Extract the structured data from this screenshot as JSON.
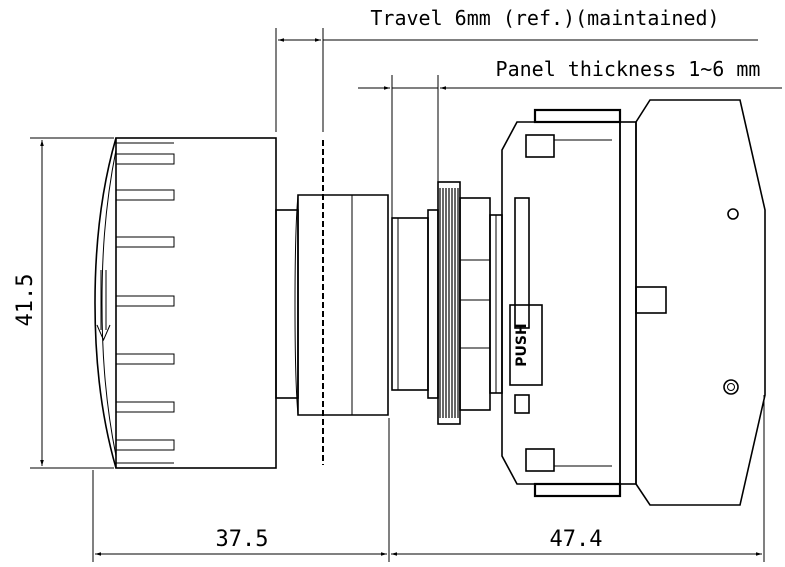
{
  "annotations": {
    "travel": "Travel 6mm (ref.)(maintained)",
    "panel_thickness": "Panel thickness 1~6 mm",
    "height": "41.5",
    "front_length": "37.5",
    "rear_length": "47.4"
  },
  "labels": {
    "push": "PUSH"
  }
}
